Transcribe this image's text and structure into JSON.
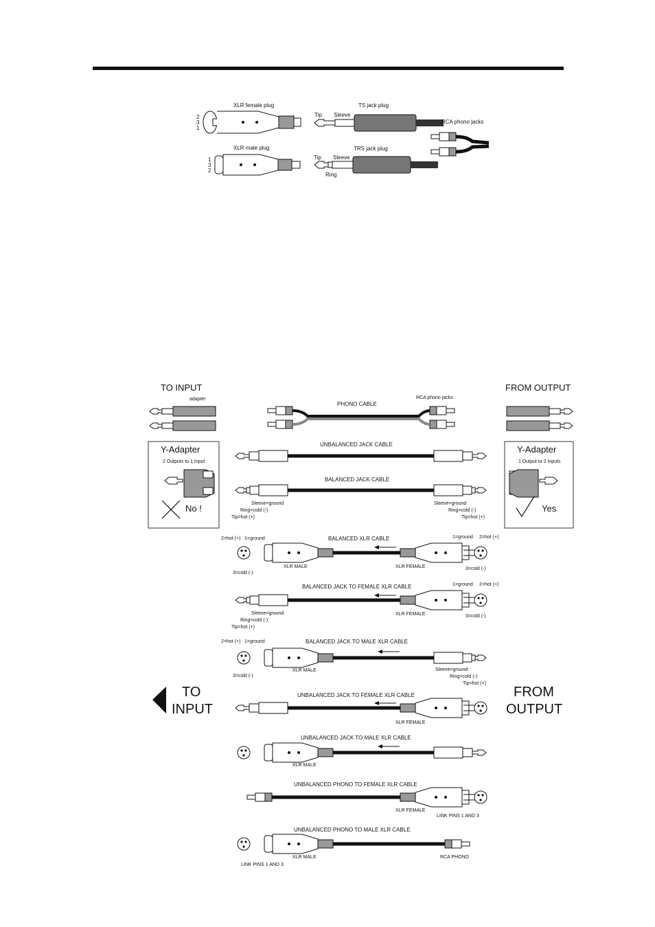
{
  "top": {
    "xlr_female": "XLR female plug",
    "xlr_female_pins": [
      "2",
      "3",
      "1"
    ],
    "xlr_male": "XLR male plug",
    "xlr_male_pins": [
      "1",
      "3",
      "2"
    ],
    "ts_jack": "TS jack plug",
    "trs_jack": "TRS jack plug",
    "tip": "Tip",
    "sleeve": "Sleeve",
    "ring": "Ring",
    "rca": "RCA phono jacks"
  },
  "side": {
    "to_input": "TO INPUT",
    "from_output": "FROM OUTPUT",
    "adapter": "adapter",
    "y_adapter": "Y-Adapter",
    "left_sub": "2 Outputs to 1 Input",
    "right_sub": "1 Output to 2 Inputs",
    "no": "No !",
    "yes": "Yes",
    "big_to": "TO",
    "big_input": "INPUT",
    "big_from": "FROM",
    "big_output": "OUTPUT"
  },
  "cables": {
    "phono": "PHONO CABLE",
    "phono_rca": "RCA phono jacks",
    "unbal_jack": "UNBALANCED JACK CABLE",
    "bal_jack": "BALANCED JACK CABLE",
    "bal_xlr": "BALANCED XLR CABLE",
    "bal_jack_fxlr": "BALANCED JACK TO FEMALE XLR CABLE",
    "bal_jack_mxlr": "BALANCED JACK TO MALE XLR CABLE",
    "unbal_jack_fxlr": "UNBALANCED JACK TO FEMALE XLR CABLE",
    "unbal_jack_mxlr": "UNBALANCED JACK TO MALE XLR CABLE",
    "unbal_phono_fxlr": "UNBALANCED PHONO TO FEMALE XLR CABLE",
    "unbal_phono_mxlr": "UNBALANCED PHONO TO MALE XLR CABLE"
  },
  "labels": {
    "sleeve_ground": "Sleeve=ground",
    "ring_cold": "Ring=cold (-)",
    "tip_hot": "Tip=hot (+)",
    "hot2": "2=hot (+)",
    "ground1": "1=ground",
    "cold3": "3=cold (-)",
    "xlr_male": "XLR MALE",
    "xlr_female": "XLR FEMALE",
    "link_pins": "LINK PINS 1 AND 3",
    "rca_phono": "RCA PHONO"
  }
}
